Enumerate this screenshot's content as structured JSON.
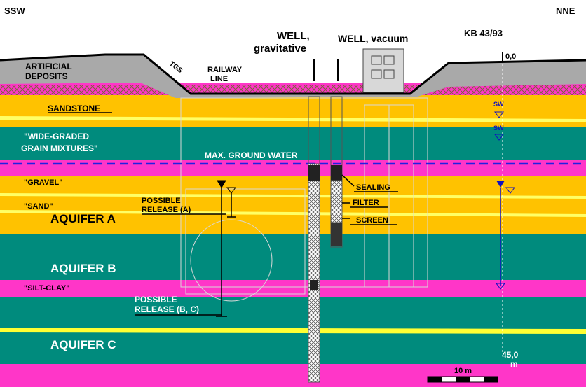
{
  "orientation": {
    "left": "SSW",
    "right": "NNE"
  },
  "wells": {
    "gravitative": {
      "line1": "WELL,",
      "line2": "gravitative"
    },
    "vacuum": "WELL, vacuum",
    "borehole": "KB 43/93"
  },
  "surface": {
    "artificial_line1": "ARTIFICIAL",
    "artificial_line2": "DEPOSITS",
    "tgs": "TGS",
    "railway_line1": "RAILWAY",
    "railway_line2": "LINE",
    "depth_top": "0,0"
  },
  "layers": {
    "sandstone": "SANDSTONE",
    "wide_line1": "\"WIDE-GRADED",
    "wide_line2": "GRAIN MIXTURES\"",
    "gravel": "\"GRAVEL\"",
    "sand": "\"SAND\"",
    "silt_clay": "\"SILT-CLAY\""
  },
  "aquifers": {
    "a": "AQUIFER A",
    "b": "AQUIFER B",
    "c": "AQUIFER C"
  },
  "groundwater": "MAX. GROUND WATER",
  "well_parts": {
    "sealing": "SEALING",
    "filter": "FILTER",
    "screen": "SCREEN"
  },
  "releases": {
    "a_line1": "POSSIBLE",
    "a_line2": "RELEASE (A)",
    "bc_line1": "POSSIBLE",
    "bc_line2": "RELEASE (B, C)"
  },
  "water_symbols": {
    "sw1": "SW",
    "sw2": "SW"
  },
  "depth_bottom": {
    "value": "45,0",
    "unit": "m"
  },
  "scale_bar": "10 m",
  "colors": {
    "yellow": "#ffc200",
    "teal": "#008b7d",
    "magenta": "#ff36c8",
    "grey": "#a9a9a9",
    "line_yellow": "#ffff33",
    "water_line": "#2020e0"
  }
}
